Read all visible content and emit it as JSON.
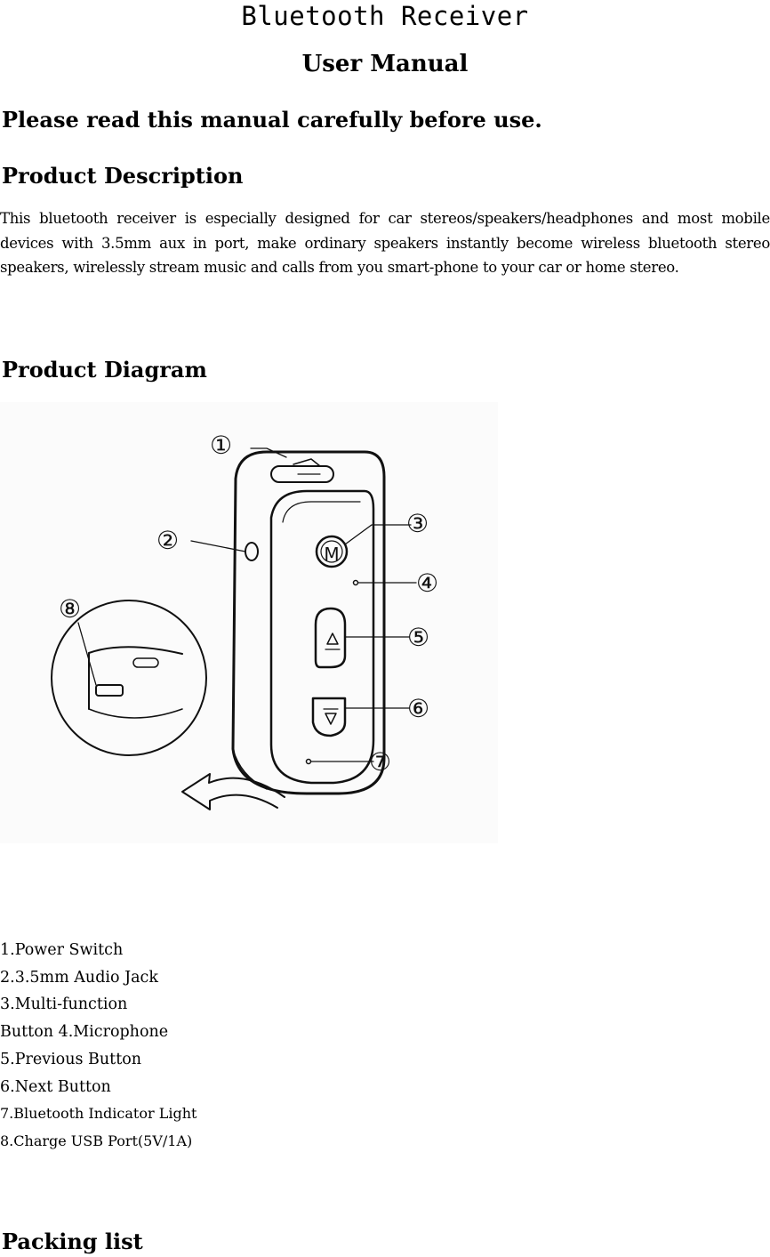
{
  "title": "Bluetooth Receiver",
  "subtitle": "User Manual",
  "notice": "Please read this manual carefully before use.",
  "description": {
    "heading": "Product Description",
    "text": "This bluetooth receiver is especially designed for car stereos/speakers/headphones and most mobile devices with 3.5mm aux in port, make ordinary speakers instantly become wireless bluetooth stereo speakers, wirelessly stream music and calls from you smart-phone to your car or home stereo."
  },
  "diagram": {
    "heading": "Product Diagram",
    "callouts": [
      "①",
      "②",
      "③",
      "④",
      "⑤",
      "⑥",
      "⑦",
      "⑧"
    ],
    "button_m_label": "M"
  },
  "parts": [
    "1.Power Switch",
    "2.3.5mm Audio Jack",
    "3.Multi-function",
    "Button 4.Microphone",
    "5.Previous Button",
    "6.Next Button",
    "7.Bluetooth Indicator Light",
    "8.Charge USB Port(5V/1A)"
  ],
  "packing": {
    "heading": "Packing list"
  }
}
